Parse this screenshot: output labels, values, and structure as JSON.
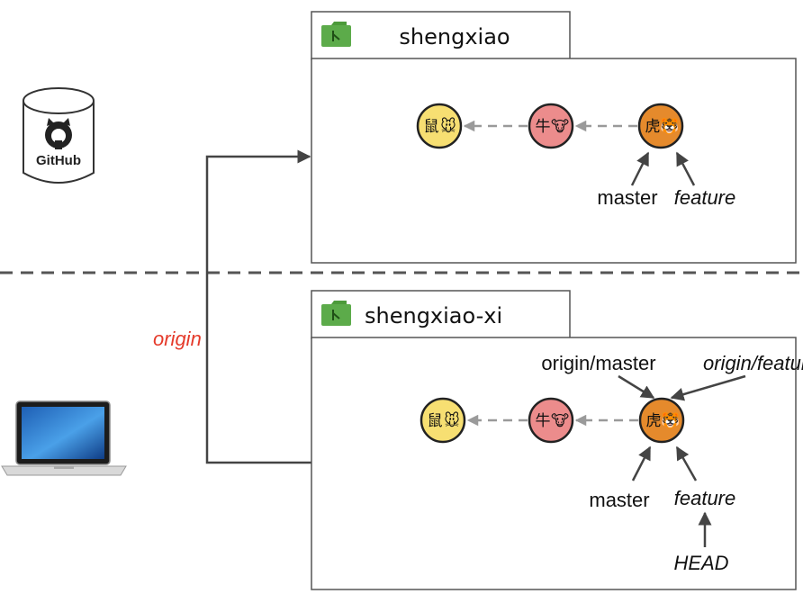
{
  "colors": {
    "folder": "#5cab4a",
    "commit_rat": "#f7df72",
    "commit_ox": "#ec8c8c",
    "commit_tiger": "#e58a2c",
    "origin_label": "#e53a2a",
    "divider": "#555555",
    "arrow": "#444444",
    "dashed_arrow": "#9a9a9a"
  },
  "github_label": "GitHub",
  "origin_label": "origin",
  "remote_repo": {
    "name": "shengxiao",
    "commits": [
      {
        "label": "鼠",
        "emoji": "🐭"
      },
      {
        "label": "牛",
        "emoji": "🐮"
      },
      {
        "label": "虎",
        "emoji": "🐯"
      }
    ],
    "branches": {
      "master": "master",
      "feature": "feature"
    }
  },
  "local_repo": {
    "name": "shengxiao-xi",
    "commits": [
      {
        "label": "鼠",
        "emoji": "🐭"
      },
      {
        "label": "牛",
        "emoji": "🐮"
      },
      {
        "label": "虎",
        "emoji": "🐯"
      }
    ],
    "remote_branches": {
      "master": "origin/master",
      "feature": "origin/feature"
    },
    "branches": {
      "master": "master",
      "feature": "feature"
    },
    "head": "HEAD"
  }
}
